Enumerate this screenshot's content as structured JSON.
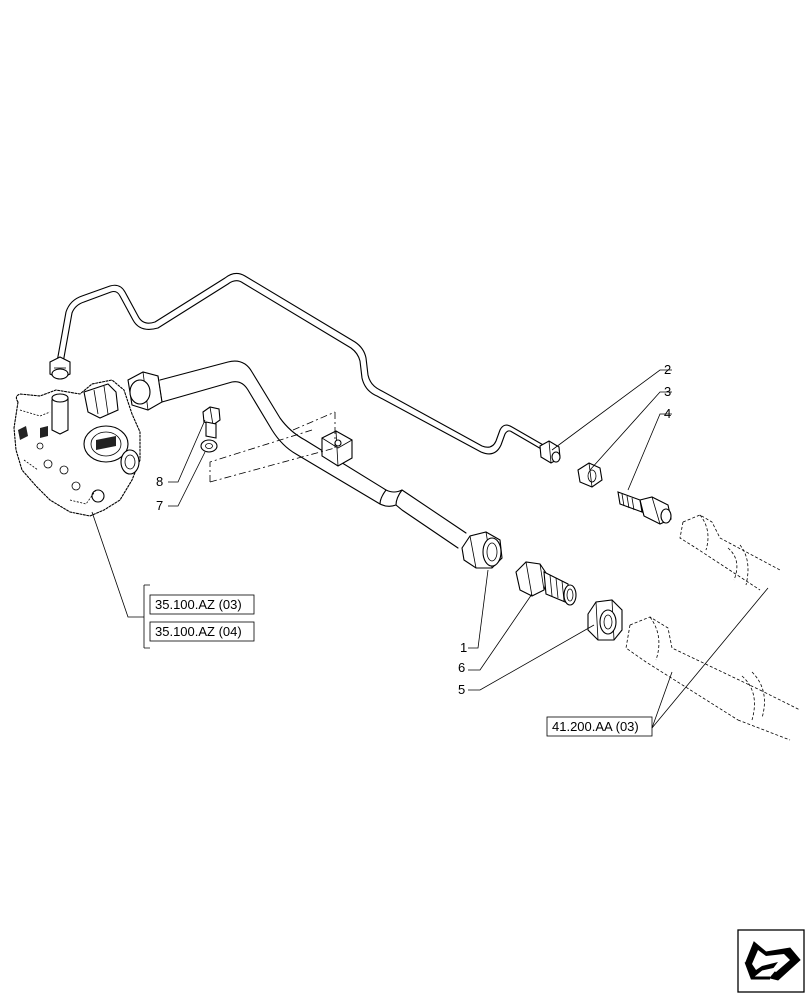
{
  "callouts": [
    "1",
    "2",
    "3",
    "4",
    "5",
    "6",
    "7",
    "8"
  ],
  "references": [
    "35.100.AZ (03)",
    "35.100.AZ (04)",
    "41.200.AA (03)"
  ],
  "icons": {
    "nav": "next-page-arrow-icon"
  }
}
